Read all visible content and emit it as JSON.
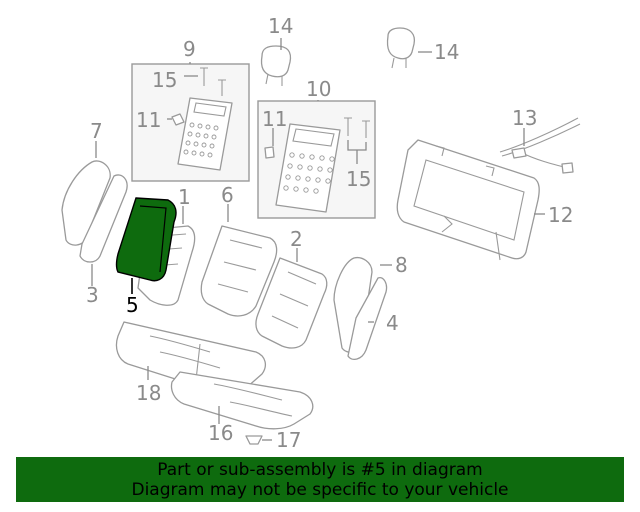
{
  "diagram": {
    "highlight_color": "#0e6b0e",
    "callouts": {
      "c1": "1",
      "c2": "2",
      "c3": "3",
      "c4": "4",
      "c5": "5",
      "c6": "6",
      "c7": "7",
      "c8": "8",
      "c9": "9",
      "c10": "10",
      "c11a": "11",
      "c11b": "11",
      "c12": "12",
      "c13": "13",
      "c14a": "14",
      "c14b": "14",
      "c15a": "15",
      "c15b": "15",
      "c16": "16",
      "c17": "17",
      "c18": "18"
    }
  },
  "banner": {
    "line1": "Part or sub-assembly is #5 in diagram",
    "line2": "Diagram may not be specific to your vehicle"
  }
}
